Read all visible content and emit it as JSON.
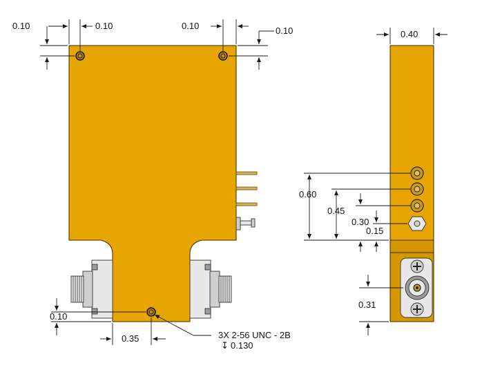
{
  "dimensions": {
    "top_left_h": "0.10",
    "top_left_h2": "0.10",
    "top_right_h": "0.10",
    "top_right_v": "0.10",
    "bottom_v": "0.10",
    "bottom_h": "0.35",
    "side_width": "0.40",
    "side_060": "0.60",
    "side_045": "0.45",
    "side_030": "0.30",
    "side_015": "0.15",
    "side_031": "0.31"
  },
  "callout": {
    "thread": "3X 2-56 UNC - 2B",
    "depth_symbol": "↧",
    "depth": "0.130"
  },
  "colors": {
    "body": "#e6a500",
    "line": "#1a1a1a"
  }
}
